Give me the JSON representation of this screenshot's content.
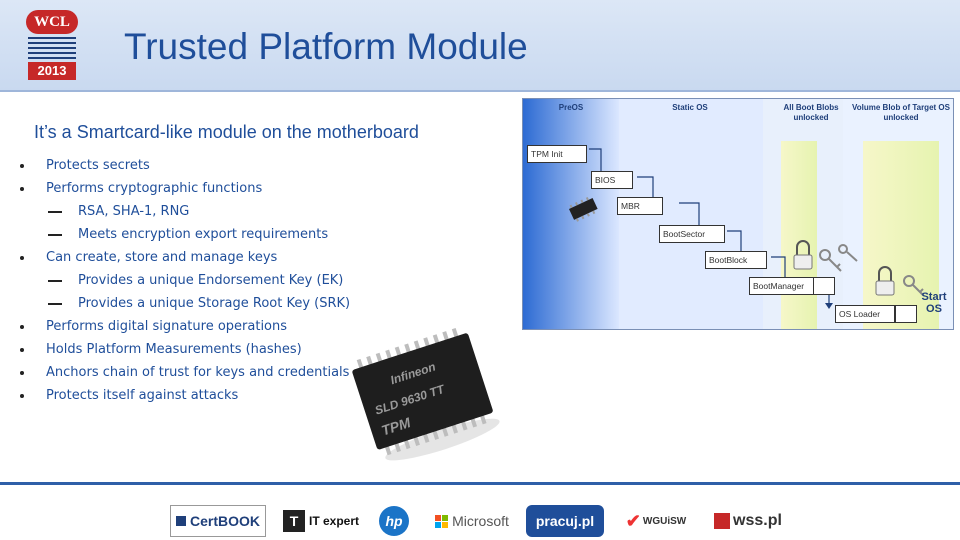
{
  "header": {
    "logo": {
      "wcl": "WCL",
      "year": "2013"
    },
    "title": "Trusted Platform Module"
  },
  "content": {
    "subtitle": "It’s a Smartcard-like module on the motherboard",
    "bullets": [
      {
        "level": 1,
        "text": "Protects secrets"
      },
      {
        "level": 1,
        "text": "Performs cryptographic functions"
      },
      {
        "level": 2,
        "text": "RSA, SHA-1, RNG"
      },
      {
        "level": 2,
        "text": "Meets encryption export requirements"
      },
      {
        "level": 1,
        "text": "Can create, store and manage keys"
      },
      {
        "level": 2,
        "text": "Provides a unique Endorsement Key (EK)"
      },
      {
        "level": 2,
        "text": "Provides a unique Storage Root Key (SRK)"
      },
      {
        "level": 1,
        "text": "Performs digital signature operations"
      },
      {
        "level": 1,
        "text": "Holds Platform Measurements (hashes)"
      },
      {
        "level": 1,
        "text": "Anchors chain of trust for keys and credentials"
      },
      {
        "level": 1,
        "text": "Protects itself against attacks"
      }
    ]
  },
  "chip": {
    "brand": "Infineon",
    "model": "SLD 9630 TT",
    "label": "TPM"
  },
  "diagram": {
    "phases": [
      "PreOS",
      "Static OS",
      "All Boot Blobs unlocked",
      "Volume Blob of Target OS unlocked"
    ],
    "boxes": [
      "TPM Init",
      "BIOS",
      "MBR",
      "BootSector",
      "BootBlock",
      "BootManager",
      "OS Loader"
    ],
    "start": "Start OS"
  },
  "footer": {
    "sponsors": [
      "CertBOOK",
      "IT expert",
      "hp",
      "Microsoft",
      "pracuj.pl",
      "WGUiSW",
      "wss.pl"
    ]
  },
  "colors": {
    "title": "#1f4e9a",
    "header_bg": "#d6e2f3",
    "accent_red": "#c62828"
  }
}
